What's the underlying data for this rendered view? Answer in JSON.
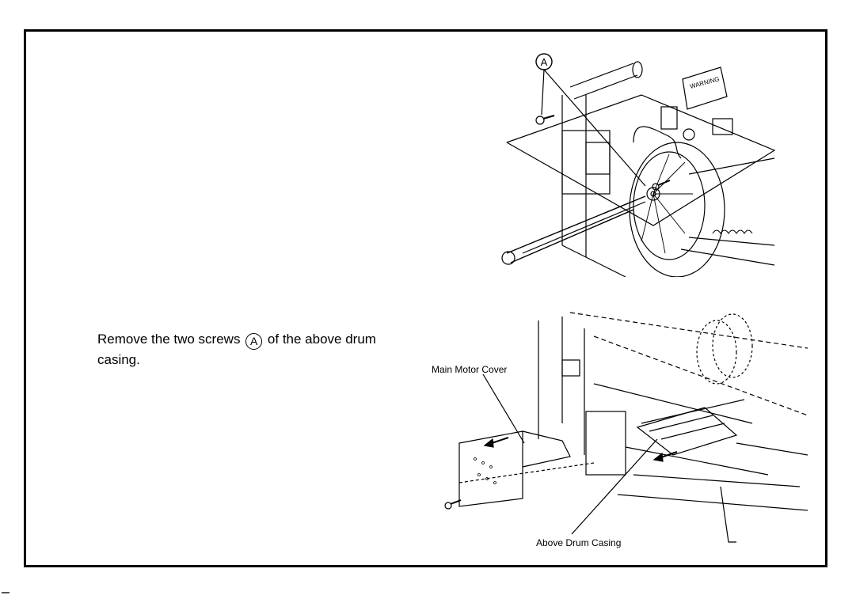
{
  "instruction": {
    "before": "Remove the two screws",
    "marker": "A",
    "after": "of the above drum",
    "line2": "casing."
  },
  "figure_top": {
    "callout": "A",
    "warning_label": "WARNING"
  },
  "figure_bottom": {
    "main_motor_cover": "Main Motor Cover",
    "above_drum_casing": "Above Drum Casing"
  },
  "icons": [
    "screw-icon",
    "screwdriver-icon",
    "arrow-icon"
  ]
}
